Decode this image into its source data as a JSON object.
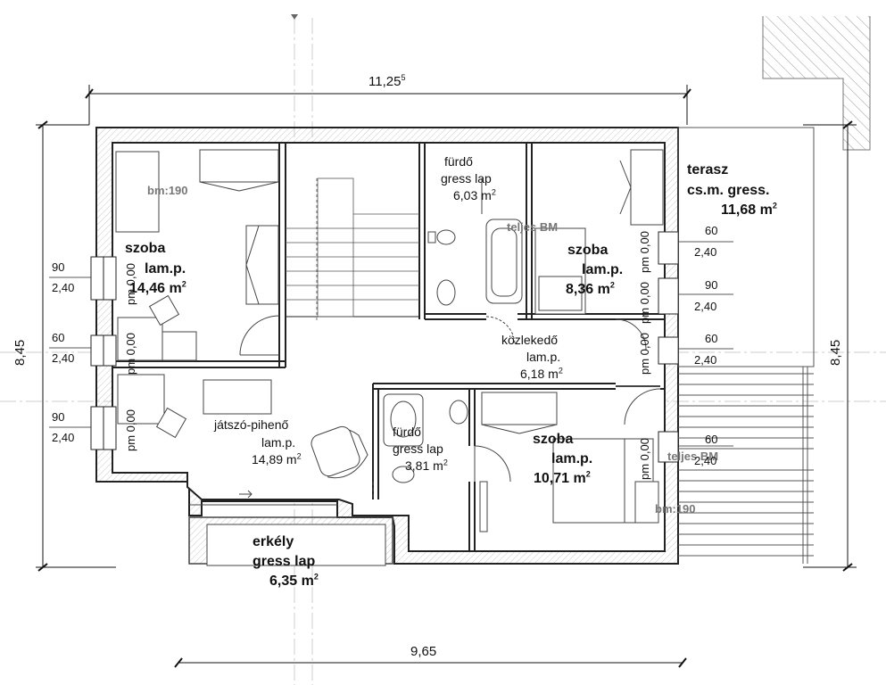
{
  "dimensions": {
    "top_width": "11,25",
    "top_width_sup": "5",
    "bottom_width": "9,65",
    "left_height": "8,45",
    "right_height": "8,45"
  },
  "rooms": {
    "szoba1": {
      "name": "szoba",
      "floor": "lam.p.",
      "area": "14,46 m",
      "sup": "2"
    },
    "furdo1": {
      "name": "fürdő",
      "floor": "gress lap",
      "area": "6,03 m",
      "sup": "2"
    },
    "szoba2": {
      "name": "szoba",
      "floor": "lam.p.",
      "area": "8,36 m",
      "sup": "2"
    },
    "terasz": {
      "name": "terasz",
      "floor": "cs.m. gress.",
      "area": "11,68 m",
      "sup": "2"
    },
    "kozlekedo": {
      "name": "közlekedő",
      "floor": "lam.p.",
      "area": "6,18 m",
      "sup": "2"
    },
    "jatszo": {
      "name": "játszó-pihenő",
      "floor": "lam.p.",
      "area": "14,89 m",
      "sup": "2"
    },
    "furdo2": {
      "name": "fürdő",
      "floor": "gress lap",
      "area": "3,81 m",
      "sup": "2"
    },
    "szoba3": {
      "name": "szoba",
      "floor": "lam.p.",
      "area": "10,71 m",
      "sup": "2"
    },
    "erkely": {
      "name": "erkély",
      "floor": "gress lap",
      "area": "6,35 m",
      "sup": "2"
    }
  },
  "notes": {
    "bm1": "bm:190",
    "bm2": "bm:190",
    "teljes1": "teljes BM",
    "teljes2": "teljes BM"
  },
  "windows_left": [
    {
      "w": "90",
      "h": "2,40"
    },
    {
      "w": "60",
      "h": "2,40"
    },
    {
      "w": "90",
      "h": "2,40"
    }
  ],
  "windows_right": [
    {
      "w": "60",
      "h": "2,40"
    },
    {
      "w": "90",
      "h": "2,40"
    },
    {
      "w": "60",
      "h": "2,40"
    },
    {
      "w": "60",
      "h": "2,40"
    }
  ],
  "pm": [
    "pm 0,00",
    "pm 0,00",
    "pm 0,00",
    "pm 0,00",
    "pm 0,00",
    "pm 0,00",
    "pm 0,00"
  ]
}
